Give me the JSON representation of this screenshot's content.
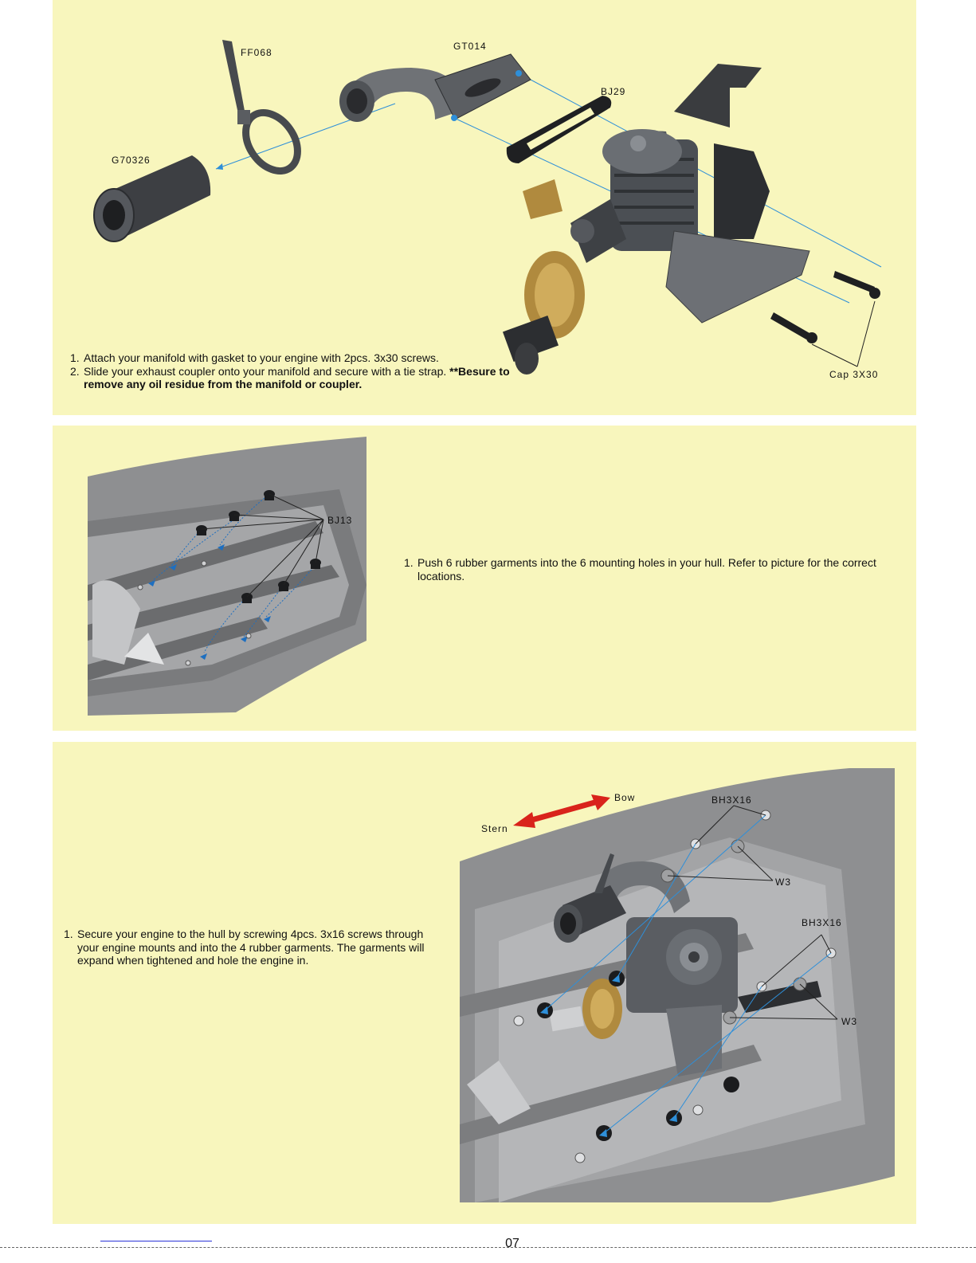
{
  "section1": {
    "labels": {
      "ff068": "FF068",
      "gt014": "GT014",
      "bj29": "BJ29",
      "g70326": "G70326",
      "cap": "Cap 3X30"
    },
    "steps": [
      {
        "num": "1.",
        "text": "Attach your manifold with gasket to your engine with 2pcs. 3x30 screws."
      },
      {
        "num": "2.",
        "text": "Slide your exhaust coupler onto your manifold and secure with a tie strap.",
        "bold": "  **Besure to remove any oil residue from the manifold or coupler."
      }
    ]
  },
  "section2": {
    "labels": {
      "bj13": "BJ13"
    },
    "steps": [
      {
        "num": "1.",
        "text": "Push 6 rubber garments into the 6 mounting holes in your hull.  Refer to picture for the correct locations."
      }
    ]
  },
  "section3": {
    "labels": {
      "bow": "Bow",
      "stern": "Stern",
      "bh_top": "BH3X16",
      "w3_top": "W3",
      "bh_right": "BH3X16",
      "w3_right": "W3"
    },
    "steps": [
      {
        "num": "1.",
        "text": "Secure your engine to the hull by screwing 4pcs. 3x16 screws through your engine mounts and into the 4 rubber garments. The garments will expand when tightened and hole the engine in."
      }
    ]
  },
  "footer": {
    "page_number": "07"
  },
  "colors": {
    "panel_bg": "#f8f6bd",
    "hull_gray": "#8e8f91",
    "guide_blue": "#2e8fd9",
    "bow_arrow_red": "#d9231b",
    "brass": "#b08a3e"
  }
}
